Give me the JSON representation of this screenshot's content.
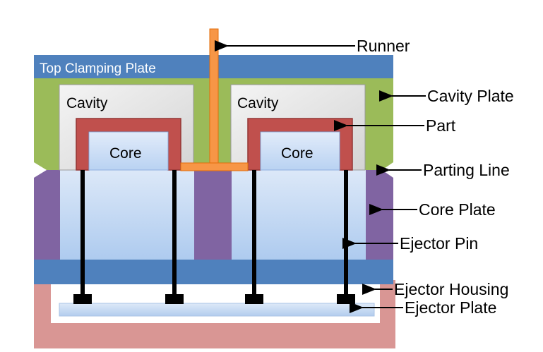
{
  "labels": {
    "top_clamping_plate": "Top Clamping Plate",
    "cavity_left": "Cavity",
    "cavity_right": "Cavity",
    "core_left": "Core",
    "core_right": "Core"
  },
  "callouts": {
    "runner": "Runner",
    "cavity_plate": "Cavity Plate",
    "part": "Part",
    "parting_line": "Parting Line",
    "core_plate": "Core Plate",
    "ejector_pin": "Ejector Pin",
    "ejector_housing": "Ejector Housing",
    "ejector_plate": "Ejector Plate"
  },
  "colors": {
    "top_clamping_plate": "#4f81bd",
    "cavity_plate": "#9bbb59",
    "core_plate": "#8064a2",
    "ejector_housing": "#d99694",
    "cavity_fill": "#e6e6e6",
    "core_fill": "#c6d9f1",
    "part": "#c0504d",
    "runner": "#f79646",
    "ejector_pin": "#000000",
    "text_light": "#ffffff",
    "text_dark": "#000000"
  }
}
